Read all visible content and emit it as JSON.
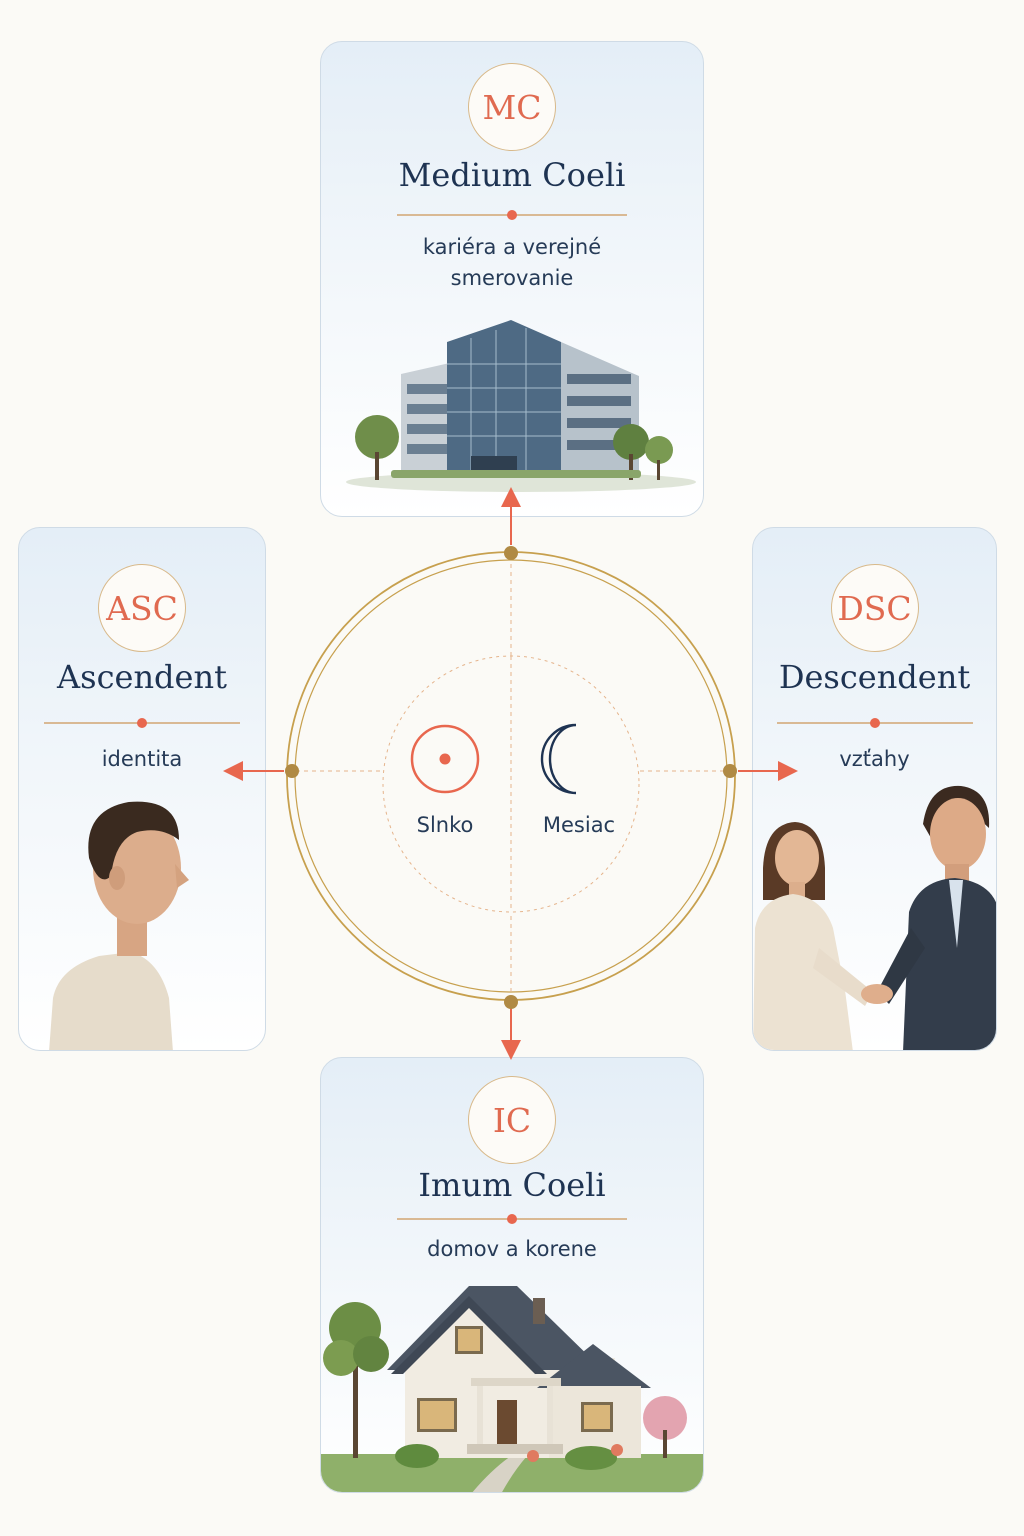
{
  "cards": {
    "mc": {
      "badge": "MC",
      "title": "Medium Coeli",
      "subtitle": "kariéra a verejné smerovanie"
    },
    "asc": {
      "badge": "ASC",
      "title": "Ascendent",
      "subtitle": "identita"
    },
    "dsc": {
      "badge": "DSC",
      "title": "Descendent",
      "subtitle": "vzťahy"
    },
    "ic": {
      "badge": "IC",
      "title": "Imum Coeli",
      "subtitle": "domov a korene"
    }
  },
  "center": {
    "sun_label": "Slnko",
    "moon_label": "Mesiac"
  },
  "colors": {
    "accent": "#e8674e",
    "navy": "#1e3352",
    "gold": "#c7a04e"
  },
  "icons": {
    "sun": "sun-icon",
    "moon": "moon-icon"
  }
}
